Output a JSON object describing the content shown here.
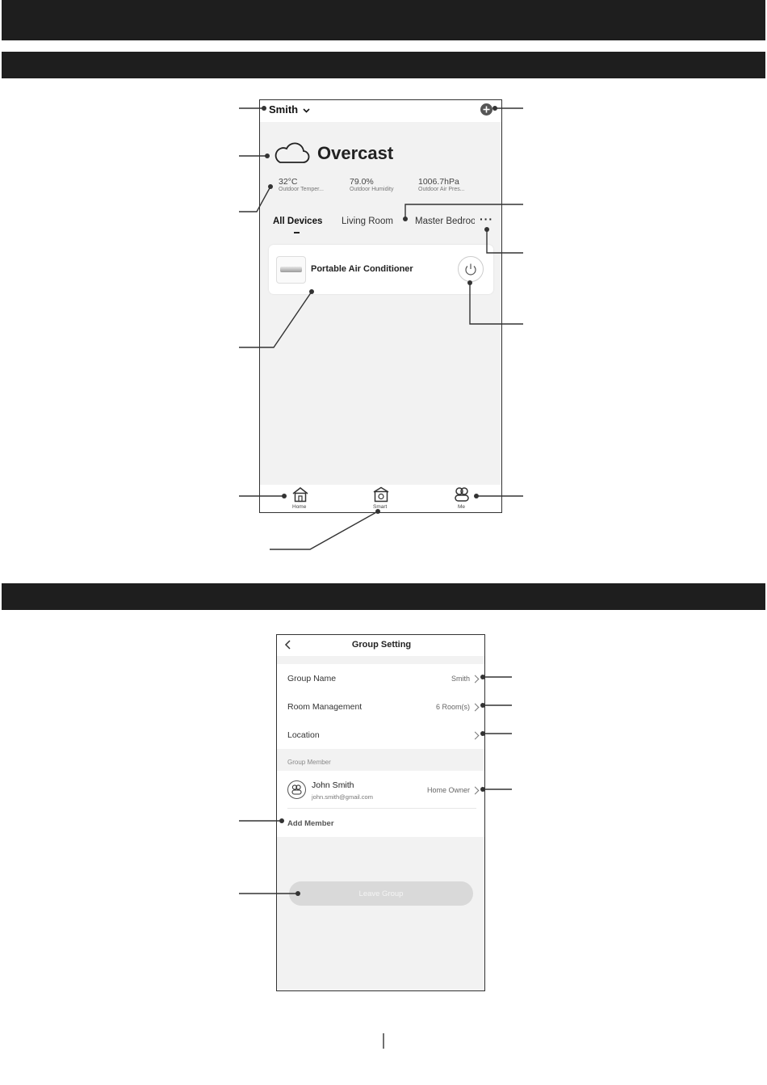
{
  "home": {
    "group_name": "Smith",
    "weather": {
      "condition": "Overcast"
    },
    "stats": [
      {
        "value": "32°C",
        "label": "Outdoor Temper..."
      },
      {
        "value": "79.0%",
        "label": "Outdoor Humidity"
      },
      {
        "value": "1006.7hPa",
        "label": "Outdoor Air Pres..."
      }
    ],
    "tabs": [
      {
        "label": "All Devices",
        "active": true
      },
      {
        "label": "Living Room",
        "active": false
      },
      {
        "label": "Master Bedroo",
        "active": false
      }
    ],
    "device": {
      "name": "Portable Air Conditioner"
    },
    "nav": [
      {
        "label": "Home",
        "icon": "home-icon"
      },
      {
        "label": "Smart",
        "icon": "smart-icon"
      },
      {
        "label": "Me",
        "icon": "me-icon"
      }
    ]
  },
  "group_setting": {
    "title": "Group Setting",
    "rows": [
      {
        "label": "Group Name",
        "value": "Smith"
      },
      {
        "label": "Room Management",
        "value": "6 Room(s)"
      },
      {
        "label": "Location",
        "value": ""
      }
    ],
    "section_header": "Group Member",
    "member": {
      "name": "John Smith",
      "email": "john.smith@gmail.com",
      "role": "Home Owner"
    },
    "add_member": "Add Member",
    "leave_group": "Leave Group"
  }
}
